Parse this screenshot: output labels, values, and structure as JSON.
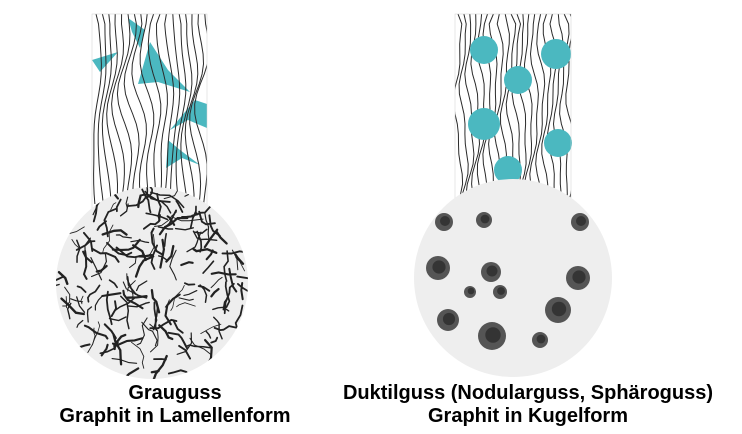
{
  "colors": {
    "graphite_accent": "#4bb8c0",
    "flow_line": "#2a2a2a",
    "micrograph_bg": "#eeeeee",
    "nodule": "#3a3a3a",
    "text": "#000000"
  },
  "icons": {
    "left": "lamellar-graphite-illustration",
    "right": "spheroidal-graphite-illustration"
  },
  "left": {
    "title": "Grauguss",
    "subtitle": "Graphit in Lamellenform"
  },
  "right": {
    "title": "Duktilguss (Nodularguss, Sphäroguss)",
    "subtitle": "Graphit in Kugelform"
  }
}
